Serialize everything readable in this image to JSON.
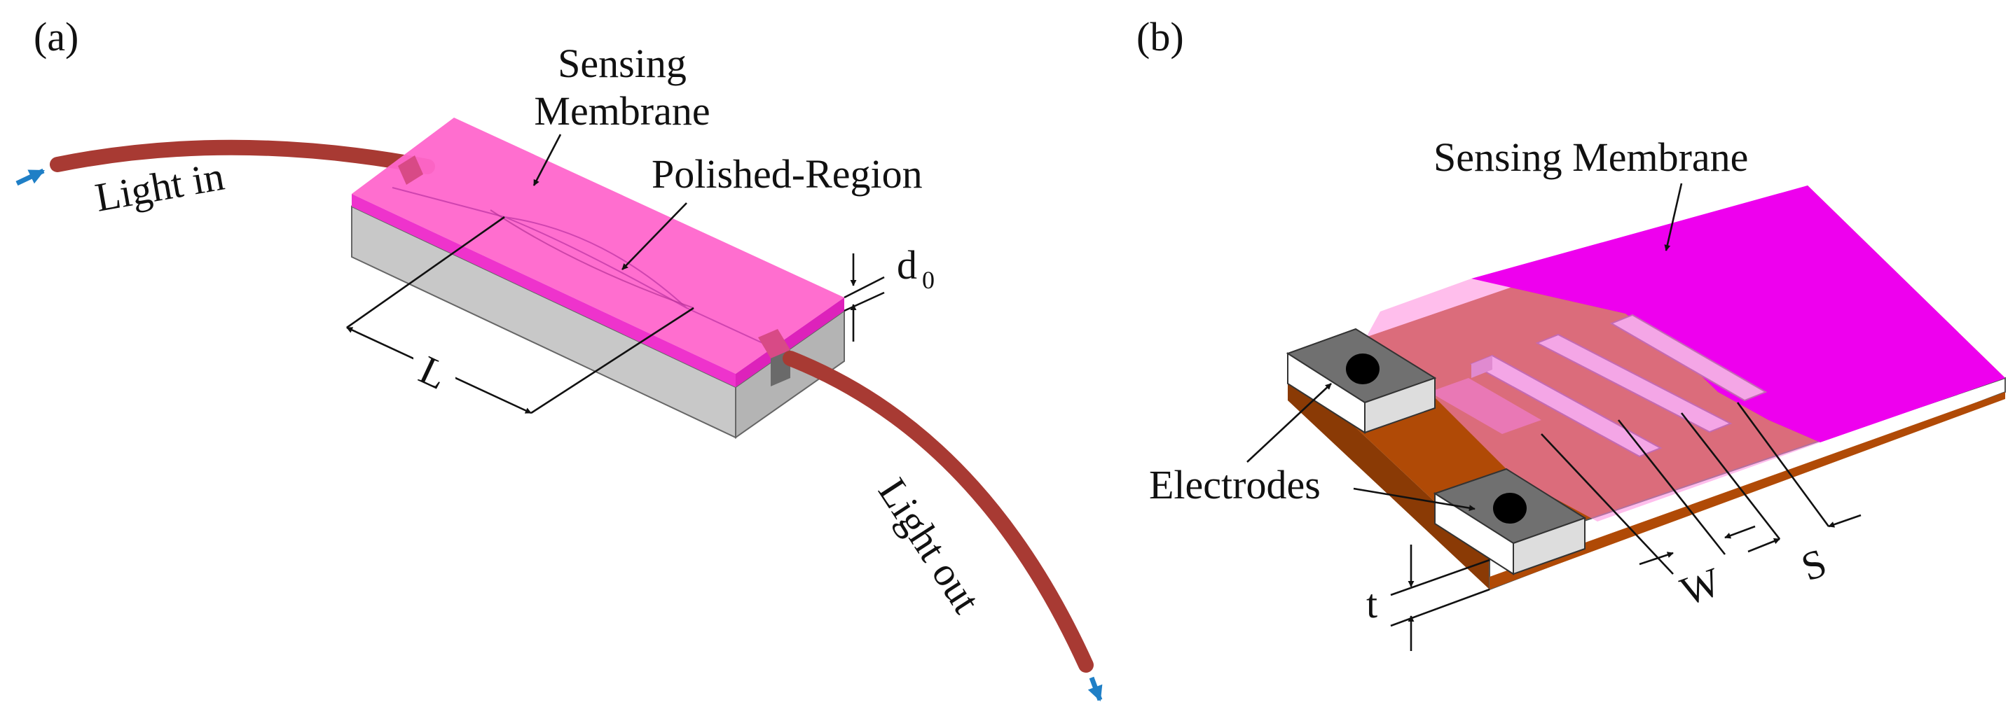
{
  "panel_a": {
    "label": "(a)",
    "sensing_membrane_line1": "Sensing",
    "sensing_membrane_line2": "Membrane",
    "polished_region": "Polished-Region",
    "light_in": "Light in",
    "light_out": "Light out",
    "length_symbol": "L",
    "gap_symbol": "d",
    "gap_subscript": "0"
  },
  "panel_b": {
    "label": "(b)",
    "sensing_membrane": "Sensing Membrane",
    "electrodes": "Electrodes",
    "width_symbol": "W",
    "spacing_symbol": "S",
    "thickness_symbol": "t"
  },
  "colors": {
    "membrane_magenta": "#ff66cc",
    "membrane_solid": "#ee00ee",
    "fiber": "#a83a33",
    "arrow_blue": "#1f7fc6",
    "substrate_gray": "#c6c6c6",
    "electrode_gray": "#6f6f6f",
    "copper": "#b04a06"
  }
}
